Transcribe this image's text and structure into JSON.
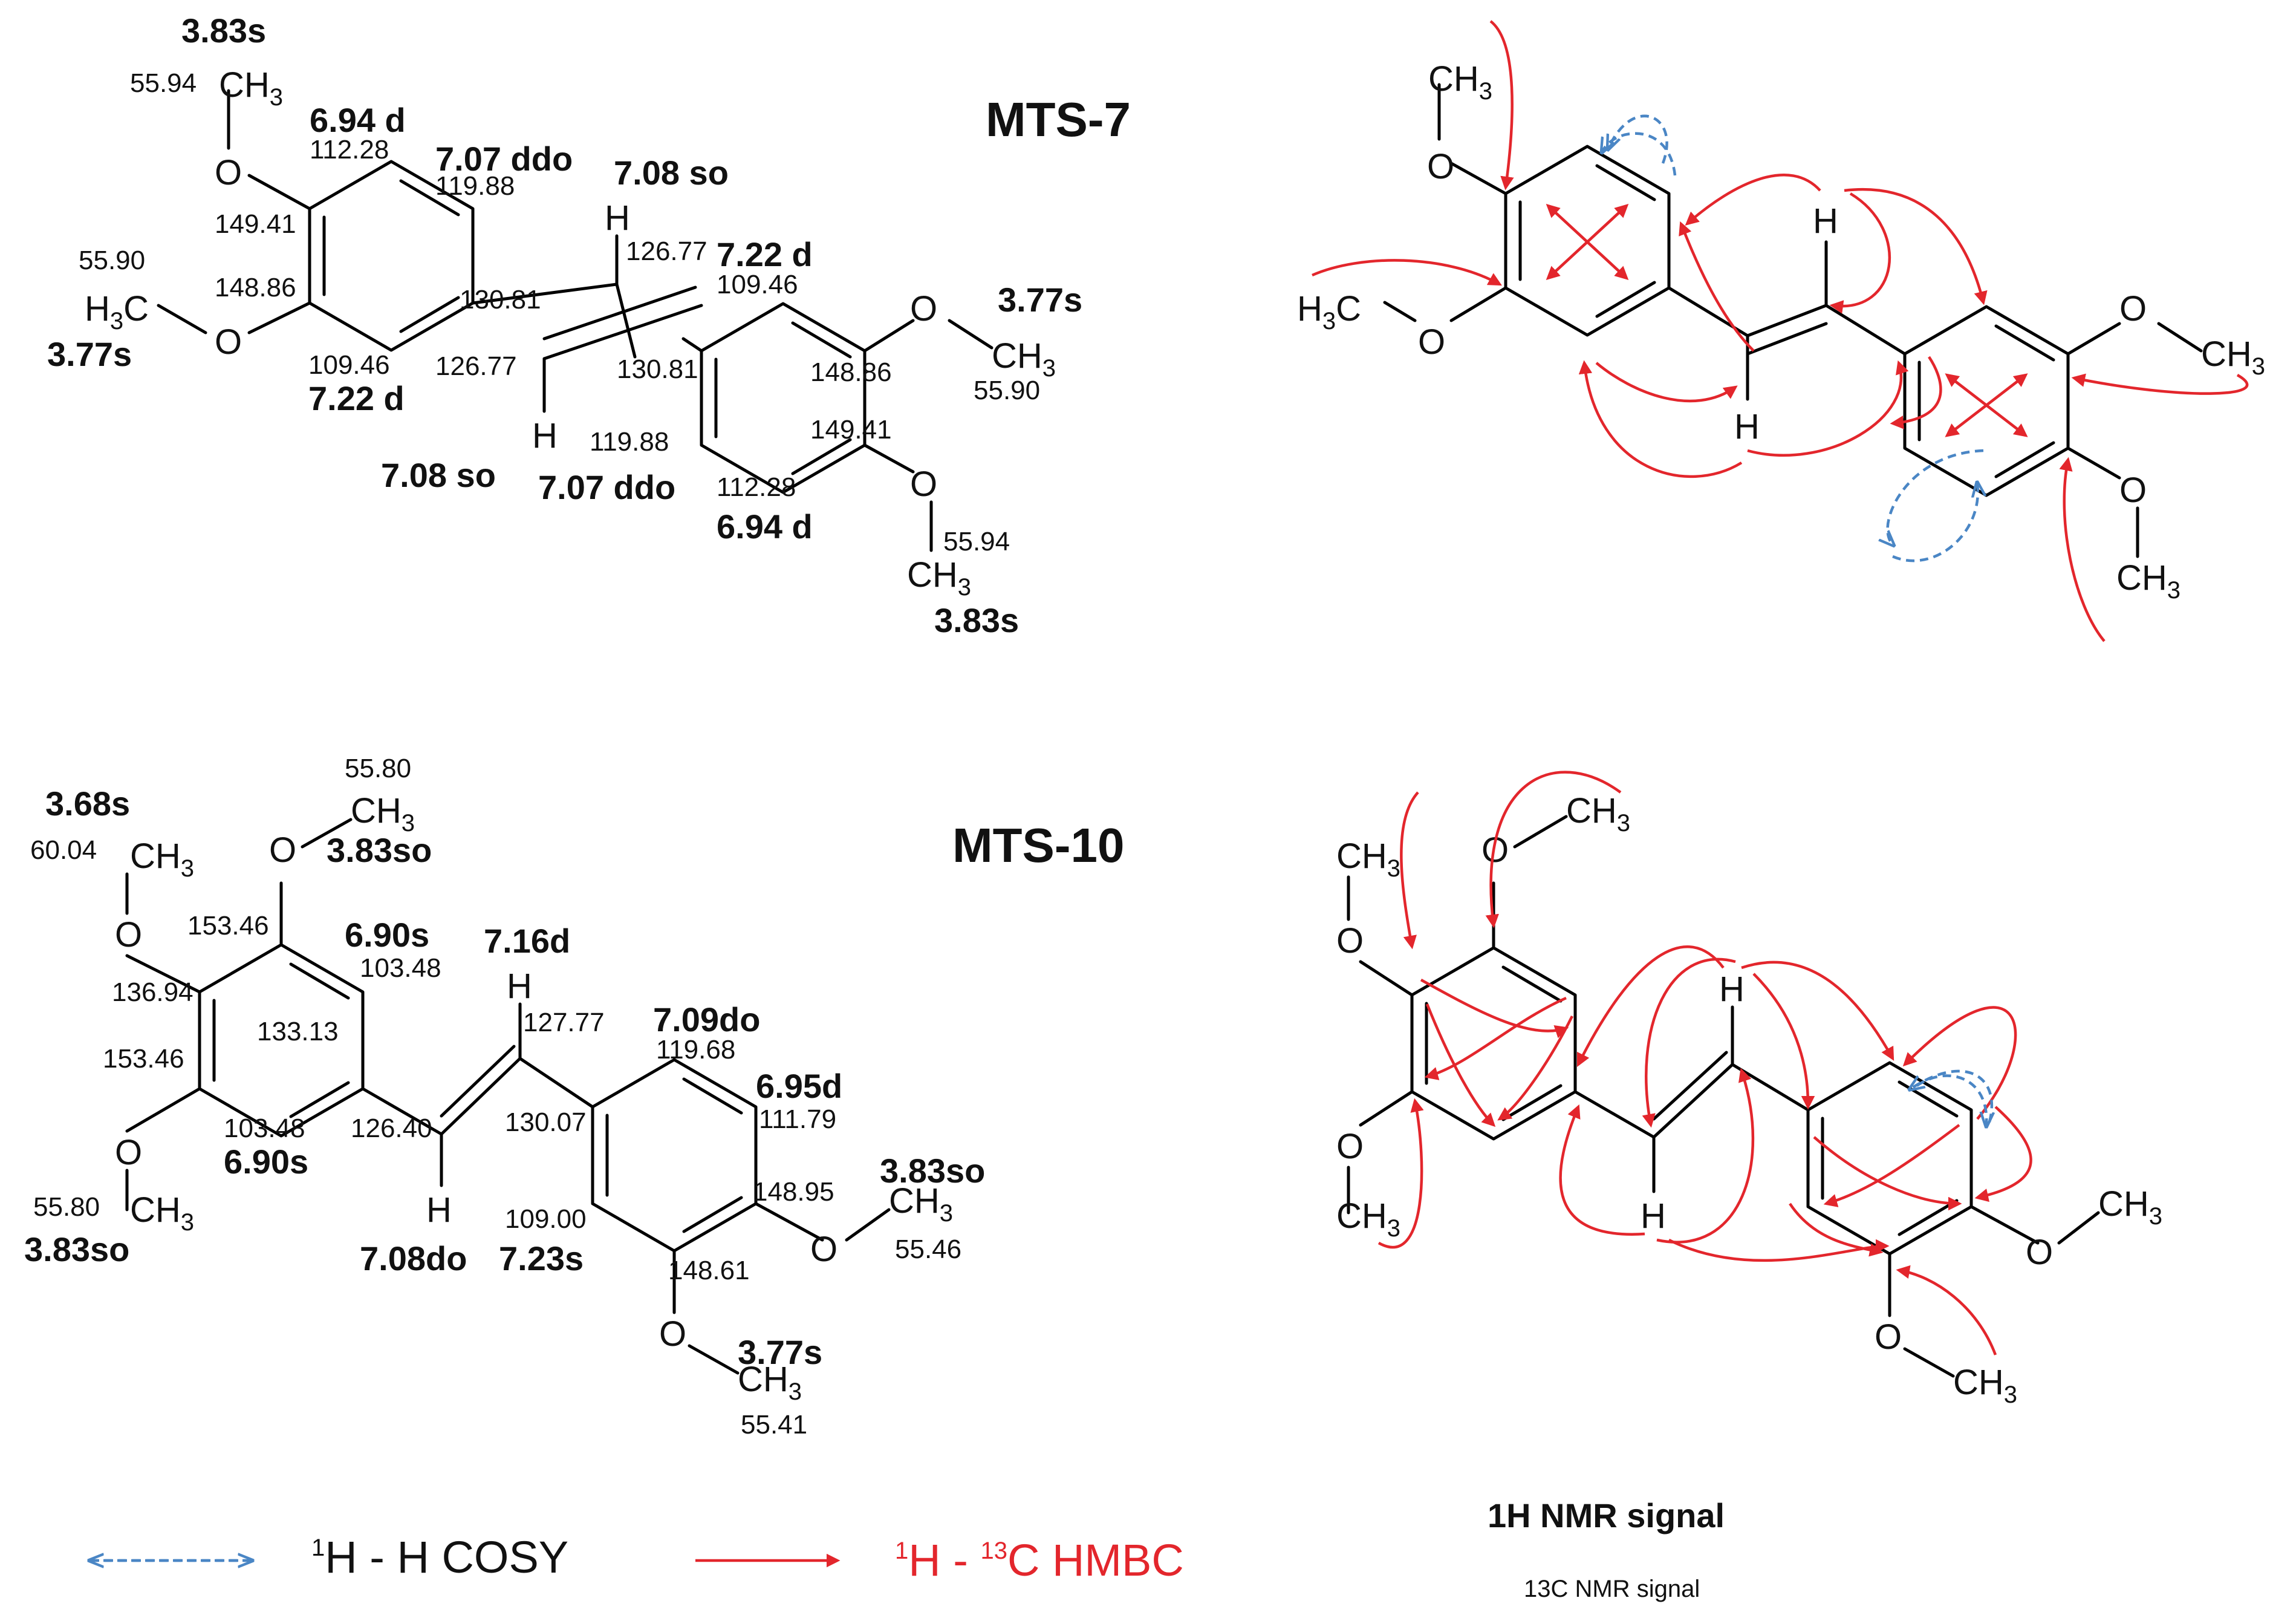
{
  "titles": {
    "mts7": "MTS-7",
    "mts10": "MTS-10"
  },
  "atoms": {
    "O": "O",
    "H": "H",
    "C": "C",
    "CH": "CH",
    "H3C_H": "H",
    "three": "3"
  },
  "mts7": {
    "h_left_top": "3.83s",
    "c_left_top": "55.94",
    "h_a2": "6.94 d",
    "c_a2": "112.28",
    "h_a3": "7.07 ddo",
    "c_a3": "119.88",
    "h_vinyl_top": "7.08 so",
    "c_a_o1": "149.41",
    "c_a_o2": "148.86",
    "c_left_low": "55.90",
    "h_left_low": "3.77s",
    "c_a_ipso": "130.81",
    "c_vinyl1": "126.77",
    "c_a6": "109.46",
    "h_a6": "7.22 d",
    "c_vinyl2": "126.77",
    "h_b2": "7.22 d",
    "c_b2": "109.46",
    "h_right_top": "3.77s",
    "c_right_top": "55.90",
    "c_b_ipso": "130.81",
    "c_b_o1": "148.86",
    "c_b_o2": "149.41",
    "c_b6": "119.88",
    "h_vinyl_bottom": "7.08 so",
    "h_b6": "7.07 ddo",
    "c_b5": "112.28",
    "h_b5": "6.94 d",
    "c_right_low": "55.94",
    "h_right_low": "3.83s"
  },
  "mts10": {
    "c_ome_top": "55.80",
    "h_ome_top": "3.83so",
    "h_ome_left": "3.68s",
    "c_ome_left": "60.04",
    "c_a_o_top": "153.46",
    "h_a2": "6.90s",
    "c_a2": "103.48",
    "h_vinyl_top": "7.16d",
    "c_vinyl1": "127.77",
    "c_a_o_mid": "136.94",
    "c_a_ipso": "133.13",
    "c_a_o_bot": "153.46",
    "h_b2": "7.09do",
    "c_b2": "119.68",
    "h_b3": "6.95d",
    "c_b3": "111.79",
    "c_a6": "103.48",
    "h_a6": "6.90s",
    "c_vinyl2": "126.40",
    "c_b_ipso": "130.07",
    "c_ome_low": "55.80",
    "h_ome_low": "3.83so",
    "c_b_o1": "148.95",
    "h_ome_r": "3.83so",
    "c_ome_r": "55.46",
    "c_b6": "109.00",
    "h_vinyl_bottom": "7.08do",
    "h_b6": "7.23s",
    "c_b_o2": "148.61",
    "h_ome_bot": "3.77s",
    "c_ome_bot": "55.41"
  },
  "legend": {
    "cosy_label": "H - H COSY",
    "cosy_sup": "1",
    "hmbc_label_h": "H - ",
    "hmbc_sup1": "1",
    "hmbc_sup2": "13",
    "hmbc_label_c": "C HMBC",
    "h_signal": "1H NMR signal",
    "c_signal": "13C NMR signal",
    "cosy_color": "#4a86c5",
    "hmbc_color": "#e3262c"
  }
}
